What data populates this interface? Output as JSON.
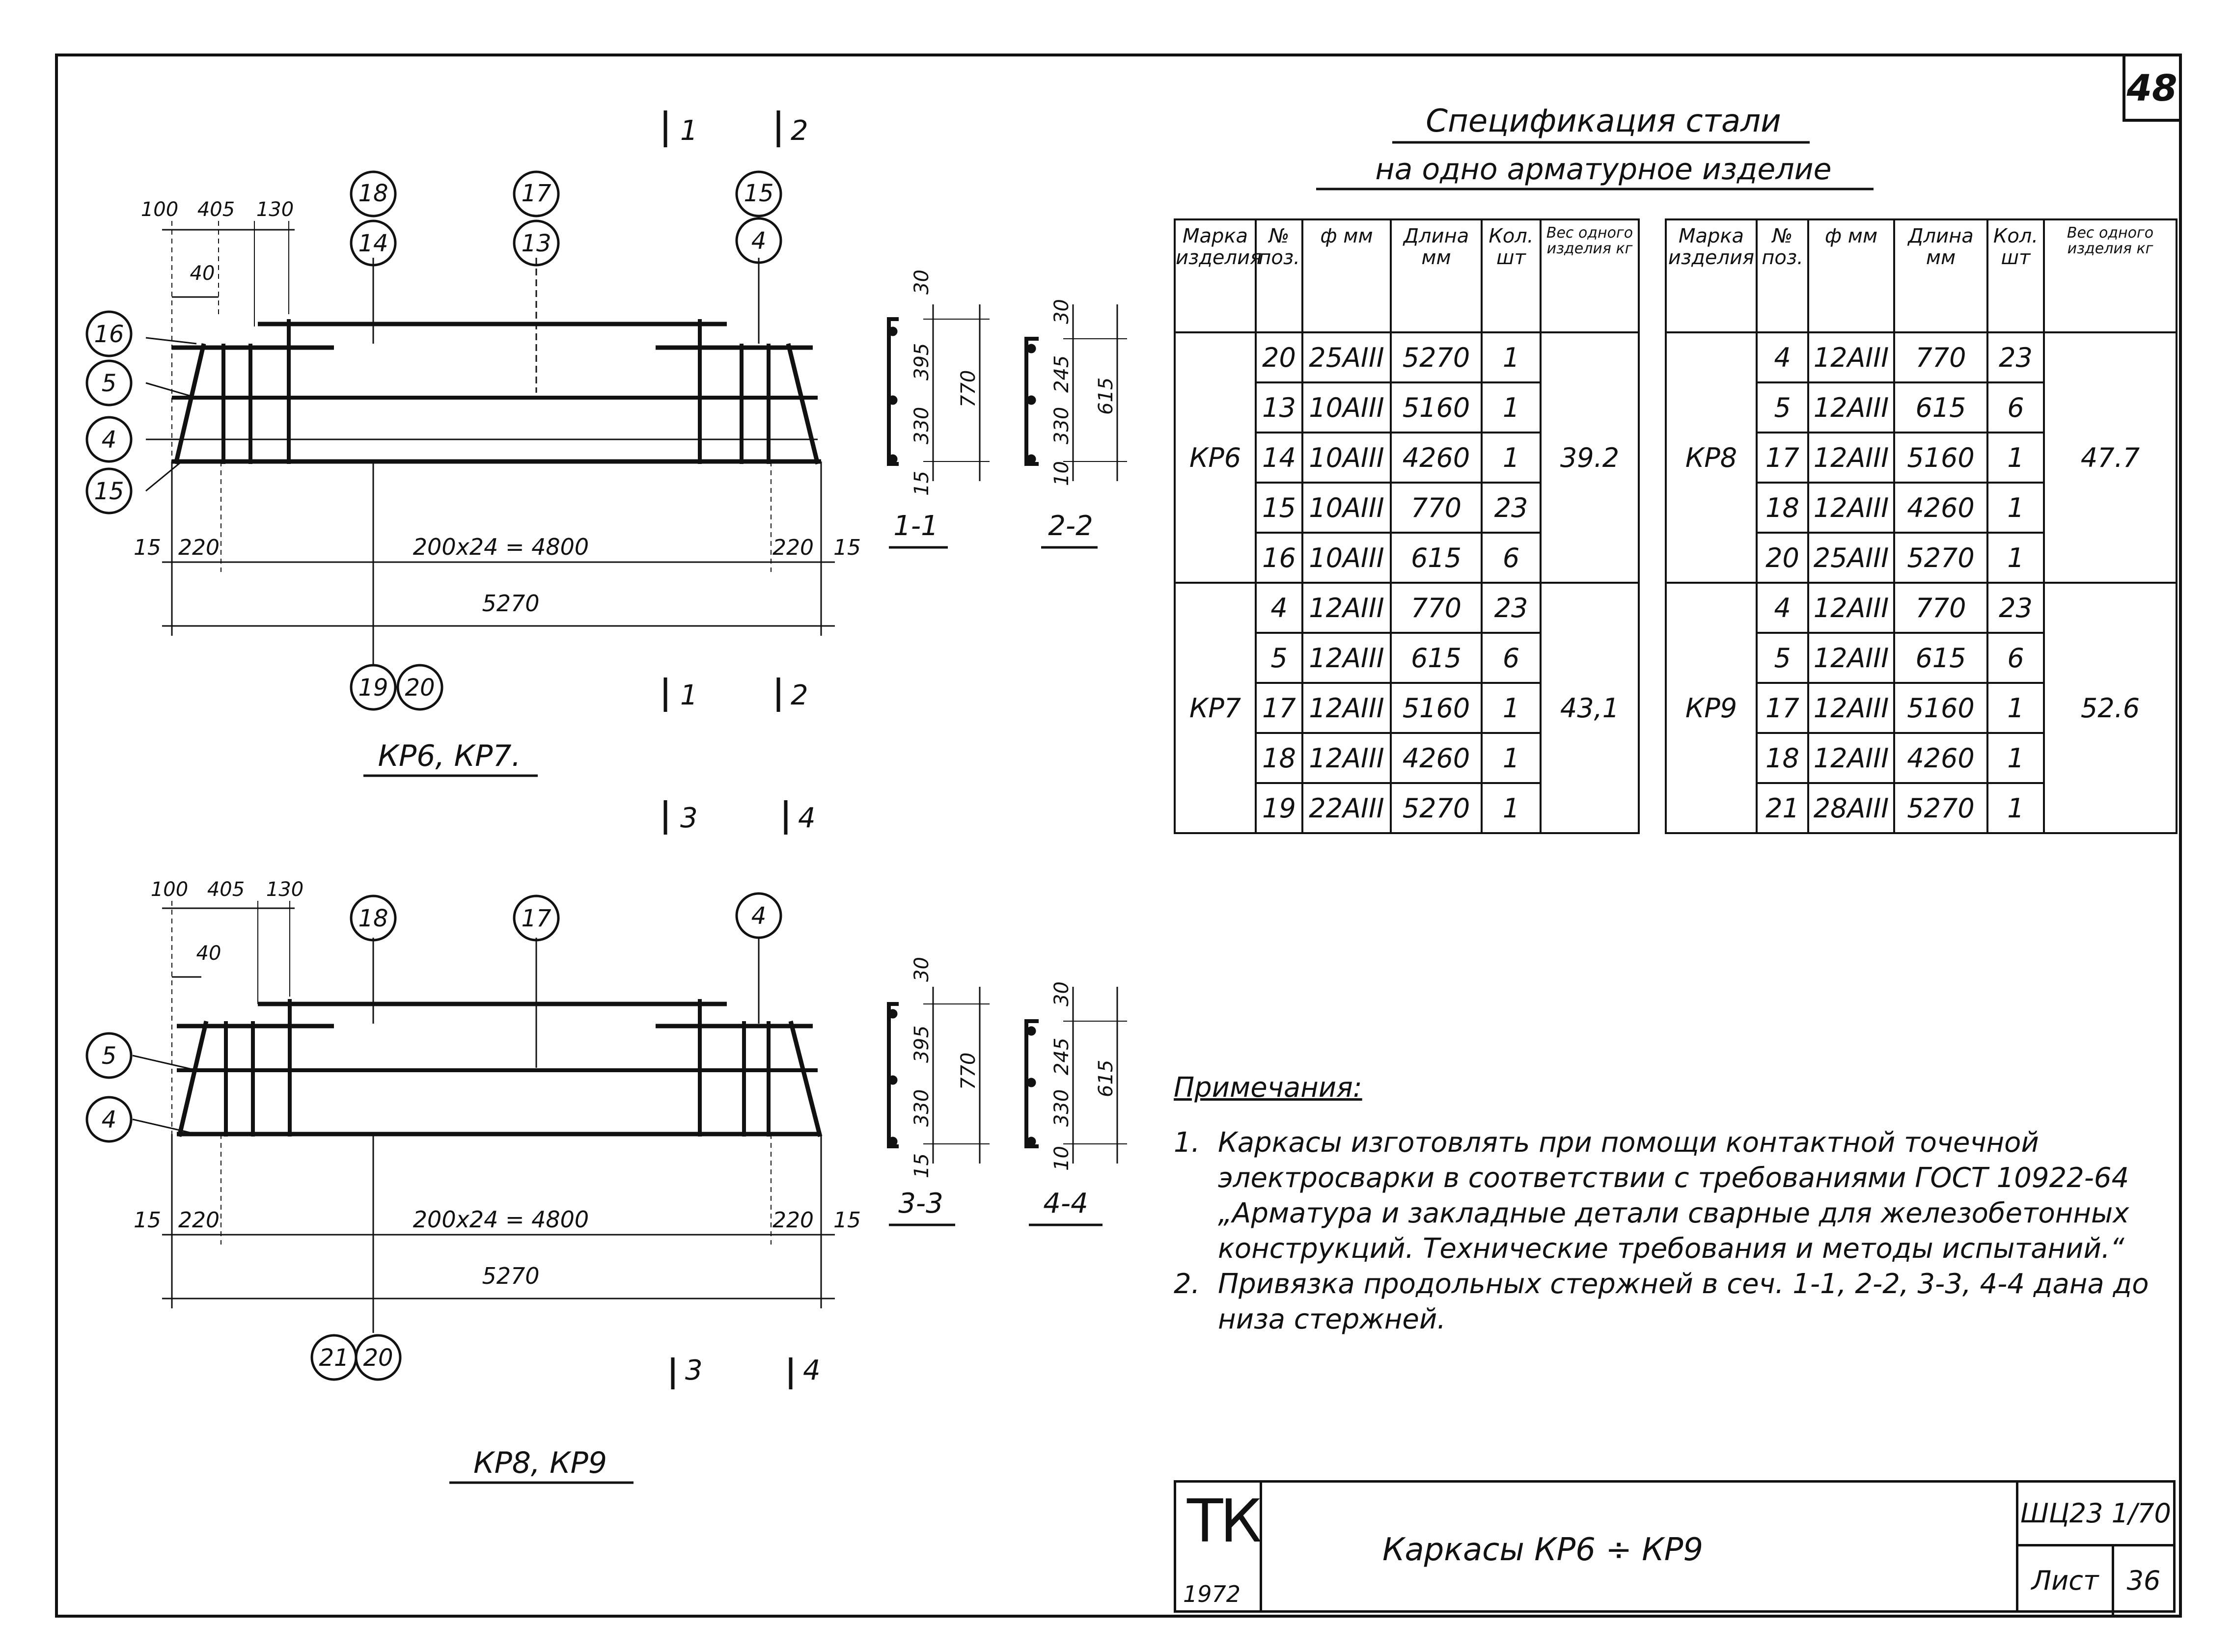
{
  "sheet_number": "48",
  "spec": {
    "title": "Спецификация стали",
    "subtitle": "на одно арматурное изделие",
    "headers": [
      "Марка изделия",
      "№ поз.",
      "ф мм",
      "Длина мм",
      "Кол. шт",
      "Вес одного изделия кг"
    ],
    "left_groups": [
      {
        "mark": "КР6",
        "weight": "39.2",
        "rows": [
          [
            "20",
            "25АIII",
            "5270",
            "1"
          ],
          [
            "13",
            "10АIII",
            "5160",
            "1"
          ],
          [
            "14",
            "10АIII",
            "4260",
            "1"
          ],
          [
            "15",
            "10АIII",
            "770",
            "23"
          ],
          [
            "16",
            "10АIII",
            "615",
            "6"
          ]
        ]
      },
      {
        "mark": "КР7",
        "weight": "43,1",
        "rows": [
          [
            "4",
            "12АIII",
            "770",
            "23"
          ],
          [
            "5",
            "12АIII",
            "615",
            "6"
          ],
          [
            "17",
            "12АIII",
            "5160",
            "1"
          ],
          [
            "18",
            "12АIII",
            "4260",
            "1"
          ],
          [
            "19",
            "22АIII",
            "5270",
            "1"
          ]
        ]
      }
    ],
    "right_groups": [
      {
        "mark": "КР8",
        "weight": "47.7",
        "rows": [
          [
            "4",
            "12АIII",
            "770",
            "23"
          ],
          [
            "5",
            "12АIII",
            "615",
            "6"
          ],
          [
            "17",
            "12АIII",
            "5160",
            "1"
          ],
          [
            "18",
            "12АIII",
            "4260",
            "1"
          ],
          [
            "20",
            "25АIII",
            "5270",
            "1"
          ]
        ]
      },
      {
        "mark": "КР9",
        "weight": "52.6",
        "rows": [
          [
            "4",
            "12АIII",
            "770",
            "23"
          ],
          [
            "5",
            "12АIII",
            "615",
            "6"
          ],
          [
            "17",
            "12АIII",
            "5160",
            "1"
          ],
          [
            "18",
            "12АIII",
            "4260",
            "1"
          ],
          [
            "21",
            "28АIII",
            "5270",
            "1"
          ]
        ]
      }
    ]
  },
  "drawing_top": {
    "caption": "КР6, КР7.",
    "cuts": [
      "1",
      "2"
    ],
    "dims": {
      "a": "100",
      "b": "405",
      "c": "130",
      "d": "40",
      "e": "15",
      "f": "220",
      "g": "200х24 = 4800",
      "h": "5270"
    },
    "marks_top": [
      [
        "18",
        "14"
      ],
      [
        "17",
        "13"
      ],
      [
        "15",
        "4"
      ]
    ],
    "marks_left": [
      "16",
      "5",
      "4",
      "15"
    ],
    "marks_bottom": [
      "19",
      "20"
    ]
  },
  "drawing_bottom": {
    "caption": "КР8, КР9",
    "cuts": [
      "3",
      "4"
    ],
    "dims": {
      "a": "100",
      "b": "405",
      "c": "130",
      "d": "40",
      "e": "15",
      "f": "220",
      "g": "200х24 = 4800",
      "h": "5270"
    },
    "marks_top": [
      "18",
      "17",
      "4"
    ],
    "marks_left": [
      "5",
      "4"
    ],
    "marks_bottom": [
      "21",
      "20"
    ]
  },
  "sections": [
    {
      "label": "1-1",
      "dims": [
        "30",
        "395",
        "330",
        "15"
      ],
      "total": "770"
    },
    {
      "label": "2-2",
      "dims": [
        "30",
        "245",
        "330",
        "10"
      ],
      "total": "615"
    },
    {
      "label": "3-3",
      "dims": [
        "30",
        "395",
        "330",
        "15"
      ],
      "total": "770"
    },
    {
      "label": "4-4",
      "dims": [
        "30",
        "245",
        "330",
        "10"
      ],
      "total": "615"
    }
  ],
  "notes": {
    "heading": "Примечания:",
    "items": [
      {
        "n": "1.",
        "text": "Каркасы изготовлять при помощи контактной точечной электросварки в соответствии с требованиями ГОСТ 10922-64 „Арматура и закладные детали сварные для железобетонных конструкций. Технические требования и методы испытаний.“"
      },
      {
        "n": "2.",
        "text": "Привязка продольных стержней в сеч. 1-1, 2-2, 3-3, 4-4 дана до низа стержней."
      }
    ]
  },
  "title_block": {
    "logo": "ТК",
    "year": "1972",
    "title": "Каркасы КР6 ÷ КР9",
    "code": "ШЦ23 1/70",
    "sheet_label": "Лист",
    "sheet_no": "36"
  }
}
